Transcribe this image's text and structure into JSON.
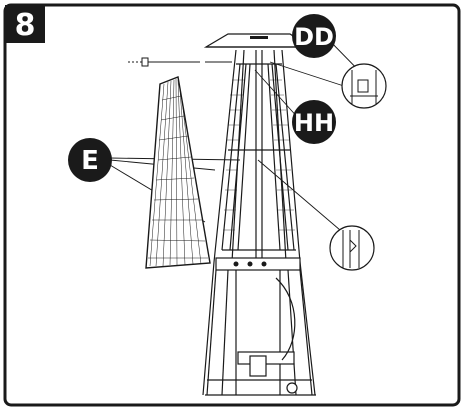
{
  "step": {
    "number": "8"
  },
  "callouts": {
    "dd": "DD",
    "hh": "HH",
    "e": "E"
  },
  "colors": {
    "ink": "#1a1a1a",
    "badge": "#1a1a1a",
    "frame": "#1a1a1a",
    "background": "#ffffff"
  }
}
